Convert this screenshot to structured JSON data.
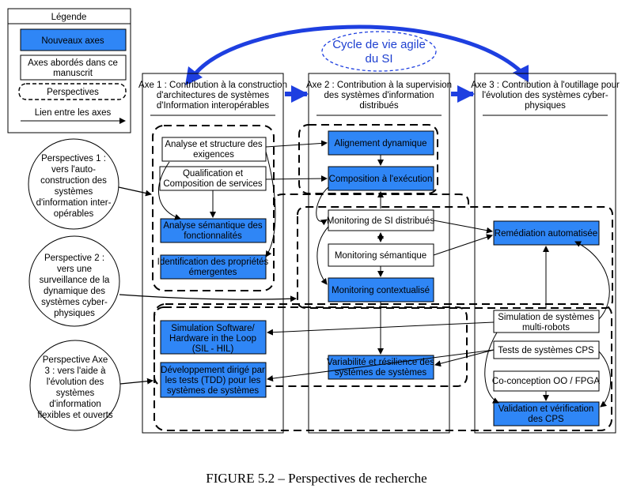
{
  "legend": {
    "title": "Légende",
    "new_axes": "Nouveaux axes",
    "addressed_axes": [
      "Axes abordés dans ce",
      "manuscrit"
    ],
    "perspectives": "Perspectives",
    "links": "Lien entre les axes"
  },
  "agile_cycle": [
    "Cycle de vie agile",
    "du SI"
  ],
  "axes": [
    {
      "title": [
        "Axe 1 : Contribution à la construction",
        "d'architectures de systèmes",
        "d'Information interopérables"
      ]
    },
    {
      "title": [
        "Axe 2 : Contribution à la supervision",
        "des systèmes d'information",
        "distribués"
      ]
    },
    {
      "title": [
        "Axe 3 : Contribution à l'outillage pour",
        "l'évolution des systèmes cyber-",
        "physiques"
      ]
    }
  ],
  "boxes": {
    "analyse_exigences": [
      "Analyse et structure des",
      "exigences"
    ],
    "qualification": [
      "Qualification et",
      "Composition de services"
    ],
    "analyse_semantique": [
      "Analyse sémantique des",
      "fonctionnalités"
    ],
    "identification": [
      "Identification des propriétés",
      "émergentes"
    ],
    "alignement": [
      "Alignement dynamique"
    ],
    "composition": [
      "Composition à l'exécution"
    ],
    "monitoring_si": [
      "Monitoring de SI distribués"
    ],
    "monitoring_semantique": [
      "Monitoring sémantique"
    ],
    "monitoring_contextualise": [
      "Monitoring contextualisé"
    ],
    "remediation": [
      "Remédiation automatisée"
    ],
    "simulation_sil": [
      "Simulation Software/",
      "Hardware in the Loop",
      "(SIL - HIL)"
    ],
    "tdd": [
      "Développement dirigé par",
      "les tests (TDD) pour les",
      "systèmes de systèmes"
    ],
    "variabilite": [
      "Variabilité et résilience des",
      "systèmes de systèmes"
    ],
    "simulation_robots": [
      "Simulation de systèmes",
      "multi-robots"
    ],
    "tests_cps": [
      "Tests de systèmes CPS"
    ],
    "coconception": [
      "Co-conception OO / FPGA"
    ],
    "validation": [
      "Validation et vérification",
      "des CPS"
    ]
  },
  "perspective_circles": [
    [
      "Perspectives 1 :",
      "vers l'auto-",
      "construction des",
      "systèmes",
      "d'information inter-",
      "opérables"
    ],
    [
      "Perspective 2 :",
      "vers une",
      "surveillance de la",
      "dynamique des",
      "systèmes cyber-",
      "physiques"
    ],
    [
      "Perspective Axe",
      "3 : vers l'aide à",
      "l'évolution des",
      "systèmes",
      "d'information",
      "flexibles et ouverts"
    ]
  ],
  "caption": "FIGURE 5.2 – Perspectives de recherche",
  "colors": {
    "new_axis_fill": "#2f86f6",
    "agile_arrow": "#1e3fe0",
    "axis_arrow": "#1e3fe0"
  }
}
